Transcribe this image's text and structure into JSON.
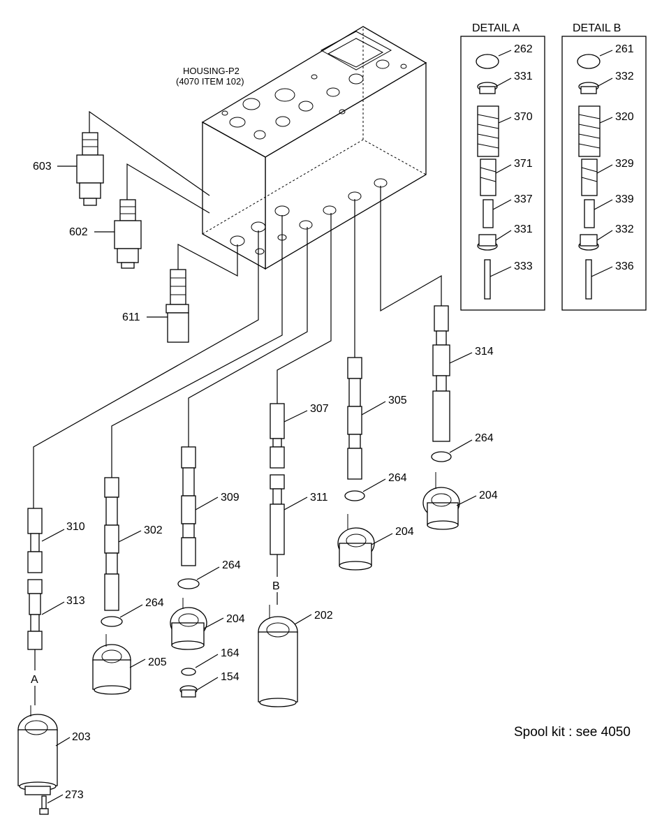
{
  "housing": {
    "line1": "HOUSING-P2",
    "line2": "(4070 ITEM 102)"
  },
  "detail_a": {
    "title": "DETAIL A",
    "items": [
      "262",
      "331",
      "370",
      "371",
      "337",
      "331",
      "333"
    ]
  },
  "detail_b": {
    "title": "DETAIL B",
    "items": [
      "261",
      "332",
      "320",
      "329",
      "339",
      "332",
      "336"
    ]
  },
  "callouts": {
    "p603": "603",
    "p602": "602",
    "p611": "611",
    "p314": "314",
    "p307": "307",
    "p305": "305",
    "p264a": "264",
    "p204a": "204",
    "p264b": "264",
    "p204b": "204",
    "p310": "310",
    "p302": "302",
    "p309": "309",
    "p311": "311",
    "p264c": "264",
    "p264d": "264",
    "p313": "313",
    "p204c": "204",
    "p202": "202",
    "p205": "205",
    "p164": "164",
    "p154": "154",
    "p203": "203",
    "p273": "273"
  },
  "section_marks": {
    "a": "A",
    "b": "B"
  },
  "note": "Spool kit : see 4050"
}
